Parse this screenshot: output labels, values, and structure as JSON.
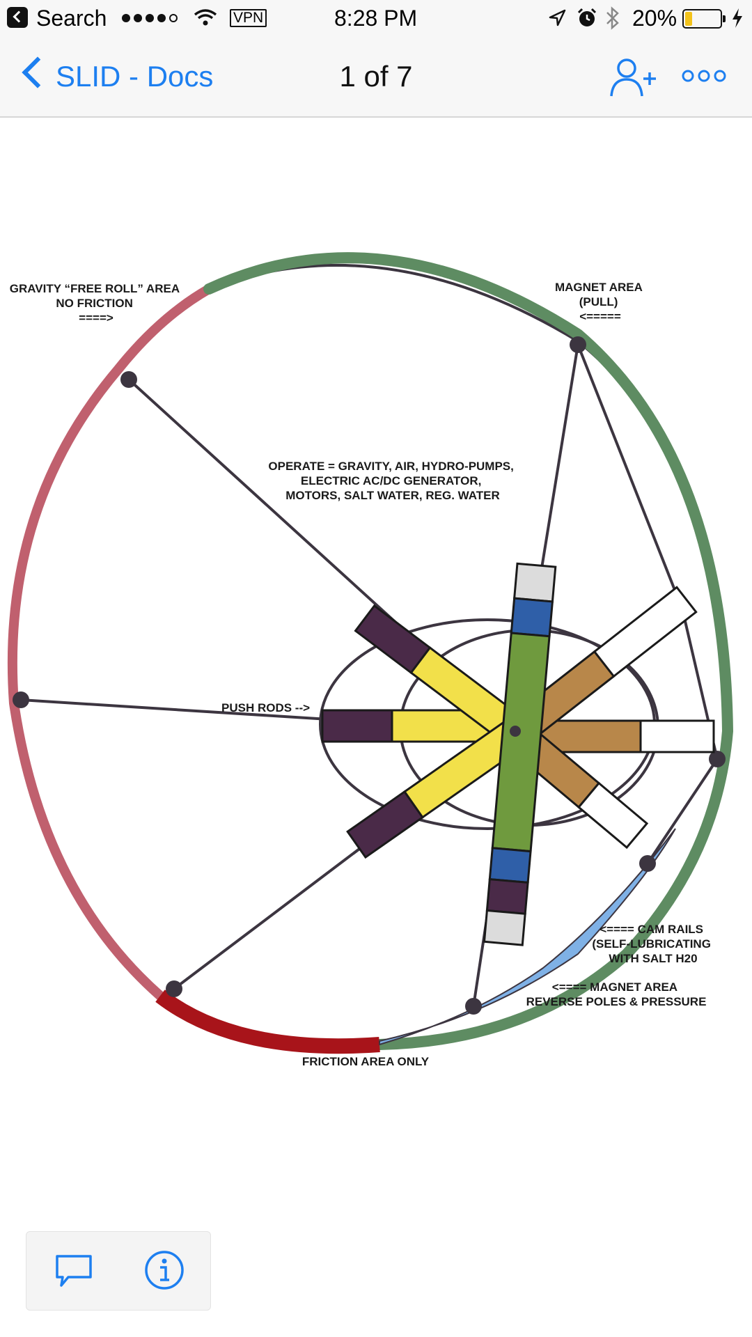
{
  "status_bar": {
    "back_app": "Search",
    "signal_bars": 4,
    "vpn": "VPN",
    "time": "8:28 PM",
    "battery_percent": "20%",
    "battery_level": 0.2,
    "icons": [
      "location-arrow-icon",
      "alarm-icon",
      "bluetooth-icon",
      "charging-bolt-icon"
    ]
  },
  "nav": {
    "back_label": "SLID - Docs",
    "page_indicator": "1 of 7",
    "icons": [
      "add-user-icon",
      "more-options-icon"
    ]
  },
  "diagram": {
    "labels": {
      "gravity": [
        "GRAVITY “FREE ROLL” AREA",
        "NO FRICTION",
        "====>"
      ],
      "magnet_pull": [
        "MAGNET AREA",
        "(PULL)",
        "<====="
      ],
      "operate": [
        "OPERATE = GRAVITY, AIR, HYDRO-PUMPS,",
        "ELECTRIC AC/DC GENERATOR,",
        "MOTORS, SALT WATER, REG. WATER"
      ],
      "push_rods": "PUSH RODS -->",
      "cam_rails": [
        "<==== CAM RAILS",
        "(SELF-LUBRICATING",
        "WITH SALT H20"
      ],
      "magnet_reverse": [
        "<====  MAGNET AREA",
        "REVERSE POLES & PRESSURE"
      ],
      "friction": "FRICTION AREA ONLY"
    },
    "colors": {
      "gravity_zone": "#c0606e",
      "magnet_zone": "#5e8c62",
      "friction_zone": "#a8141a",
      "cam_rail": "#7fb1e6",
      "yellow_rod": "#f2e04a",
      "purple_rod": "#4a2a48",
      "brown_rod": "#b8874a",
      "blue_block": "#2f5fa8"
    }
  },
  "toolbar": {
    "icons": [
      "comment-icon",
      "info-icon"
    ]
  }
}
